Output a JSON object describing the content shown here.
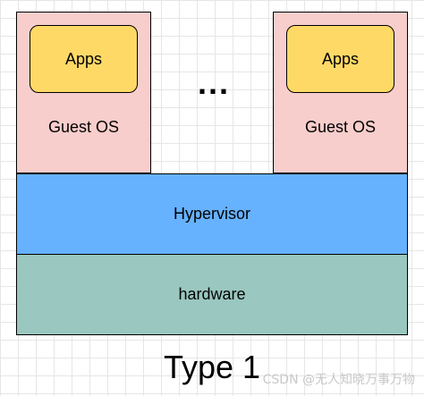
{
  "diagram": {
    "title": "Type 1",
    "guests": [
      {
        "apps_label": "Apps",
        "os_label": "Guest OS"
      },
      {
        "apps_label": "Apps",
        "os_label": "Guest OS"
      }
    ],
    "ellipsis": "...",
    "hypervisor_label": "Hypervisor",
    "hardware_label": "hardware"
  },
  "colors": {
    "guest_fill": "#f8cecc",
    "apps_fill": "#ffd966",
    "hypervisor_fill": "#66b2ff",
    "hardware_fill": "#9ac7bf"
  },
  "watermark": "CSDN @无人知晓万事万物"
}
